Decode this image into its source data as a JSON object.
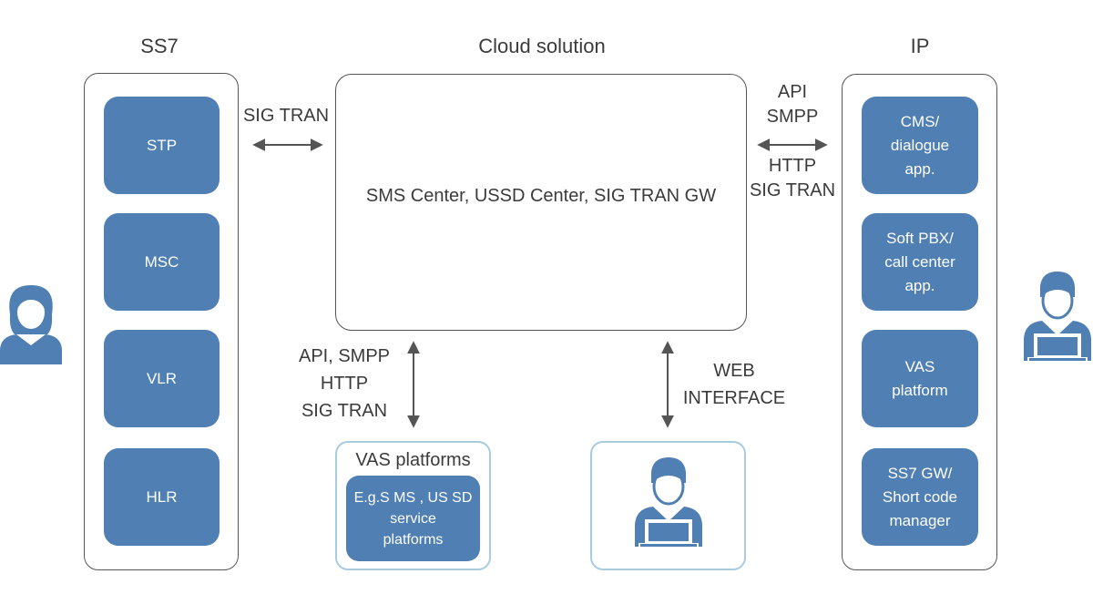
{
  "headings": {
    "ss7": "SS7",
    "cloud": "Cloud solution",
    "ip": "IP"
  },
  "ss7_items": [
    "STP",
    "MSC",
    "VLR",
    "HLR"
  ],
  "cloud_box": {
    "text": "SMS Center, USSD Center, SIG TRAN GW"
  },
  "ip_items": [
    "CMS/\ndialogue\napp.",
    "Soft PBX/\ncall center\napp.",
    "VAS\nplatform",
    "SS7 GW/\nShort code\nmanager"
  ],
  "links": {
    "ss7_cloud": "SIG TRAN",
    "cloud_ip": "API\nSMPP\n\nHTTP\nSIG TRAN",
    "cloud_vas": "API, SMPP\nHTTP\nSIG TRAN",
    "cloud_web": "WEB\nINTERFACE"
  },
  "vas_box": {
    "title": "VAS platforms",
    "inner": "E.g.S MS , US SD\nservice\nplatforms"
  },
  "colors": {
    "tile": "#4f7fb3",
    "border": "#555555",
    "light_border": "#a9cbe0",
    "arrow": "#555555"
  },
  "icons": [
    "woman-user-icon",
    "user-laptop-icon"
  ]
}
